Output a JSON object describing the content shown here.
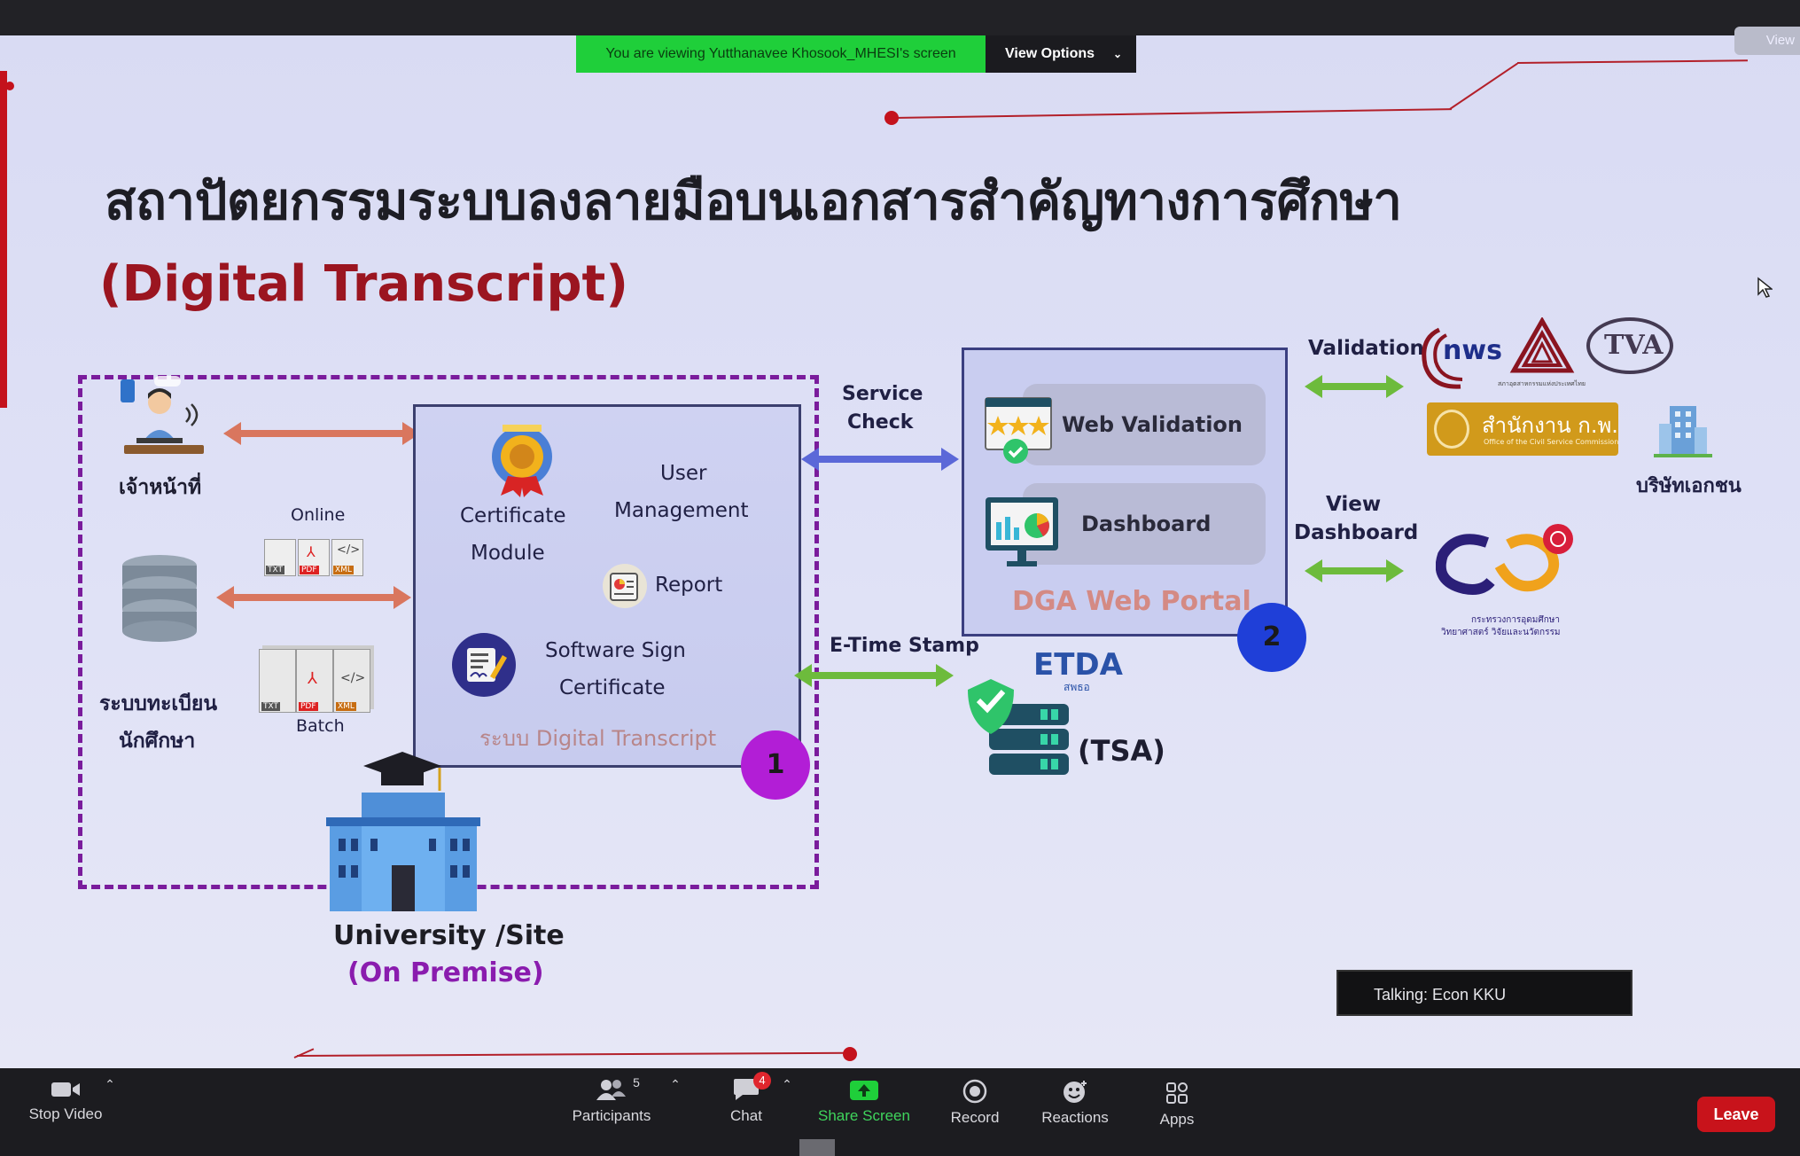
{
  "meeting": {
    "share_banner": "You are viewing Yutthanavee Khosook_MHESI's screen",
    "view_options_label": "View Options",
    "view_corner_label": "View",
    "talking": "Talking: Econ KKU"
  },
  "slide": {
    "title_th": "สถาปัตยกรรมระบบลงลายมือบนเอกสารสำคัญทางการศึกษา",
    "title_en": "(Digital Transcript)",
    "left": {
      "staff_label": "เจ้าหน้าที่",
      "registry_label_1": "ระบบทะเบียน",
      "registry_label_2": "นักศึกษา",
      "online_label": "Online",
      "batch_label": "Batch",
      "file_types": [
        "TXT",
        "PDF",
        "XML"
      ]
    },
    "dt_system": {
      "certificate_module_1": "Certificate",
      "certificate_module_2": "Module",
      "user_management_1": "User",
      "user_management_2": "Management",
      "report": "Report",
      "software_sign_1": "Software Sign",
      "software_sign_2": "Certificate",
      "system_name": "ระบบ Digital Transcript",
      "number": "1"
    },
    "service_check_1": "Service",
    "service_check_2": "Check",
    "e_time_stamp": "E-Time Stamp",
    "etda": {
      "name": "ETDA",
      "sub": "สพธอ",
      "tsa": "(TSA)"
    },
    "portal": {
      "web_validation": "Web Validation",
      "dashboard": "Dashboard",
      "name": "DGA Web Portal",
      "number": "2"
    },
    "validation_label": "Validation",
    "view_dashboard_1": "View",
    "view_dashboard_2": "Dashboard",
    "orgs": {
      "fti": "nws",
      "fti_sub": "สภาอุตสาหกรรมแห่งประเทศไทย",
      "tva": "TVA",
      "ocsc": "สำนักงาน ก.พ.",
      "ocsc_sub": "Office of the Civil Service Commission",
      "private": "บริษัทเอกชน",
      "mhesi_sub1": "กระทรวงการอุดมศึกษา",
      "mhesi_sub2": "วิทยาศาสตร์ วิจัยและนวัตกรรม"
    },
    "university_1": "University /Site",
    "university_2": "(On Premise)"
  },
  "toolbar": {
    "stop_video": "Stop Video",
    "participants": "Participants",
    "participants_count": "5",
    "chat": "Chat",
    "chat_badge": "4",
    "share_screen": "Share Screen",
    "record": "Record",
    "reactions": "Reactions",
    "apps": "Apps",
    "leave": "Leave"
  },
  "colors": {
    "accent_red": "#9b1520",
    "dashed_purple": "#7a1c9c",
    "arrow_salmon": "#d9765e",
    "arrow_blue": "#5b68d8",
    "arrow_green": "#6dbb3c",
    "share_green": "#1fcf3a",
    "leave_red": "#c8131b"
  }
}
